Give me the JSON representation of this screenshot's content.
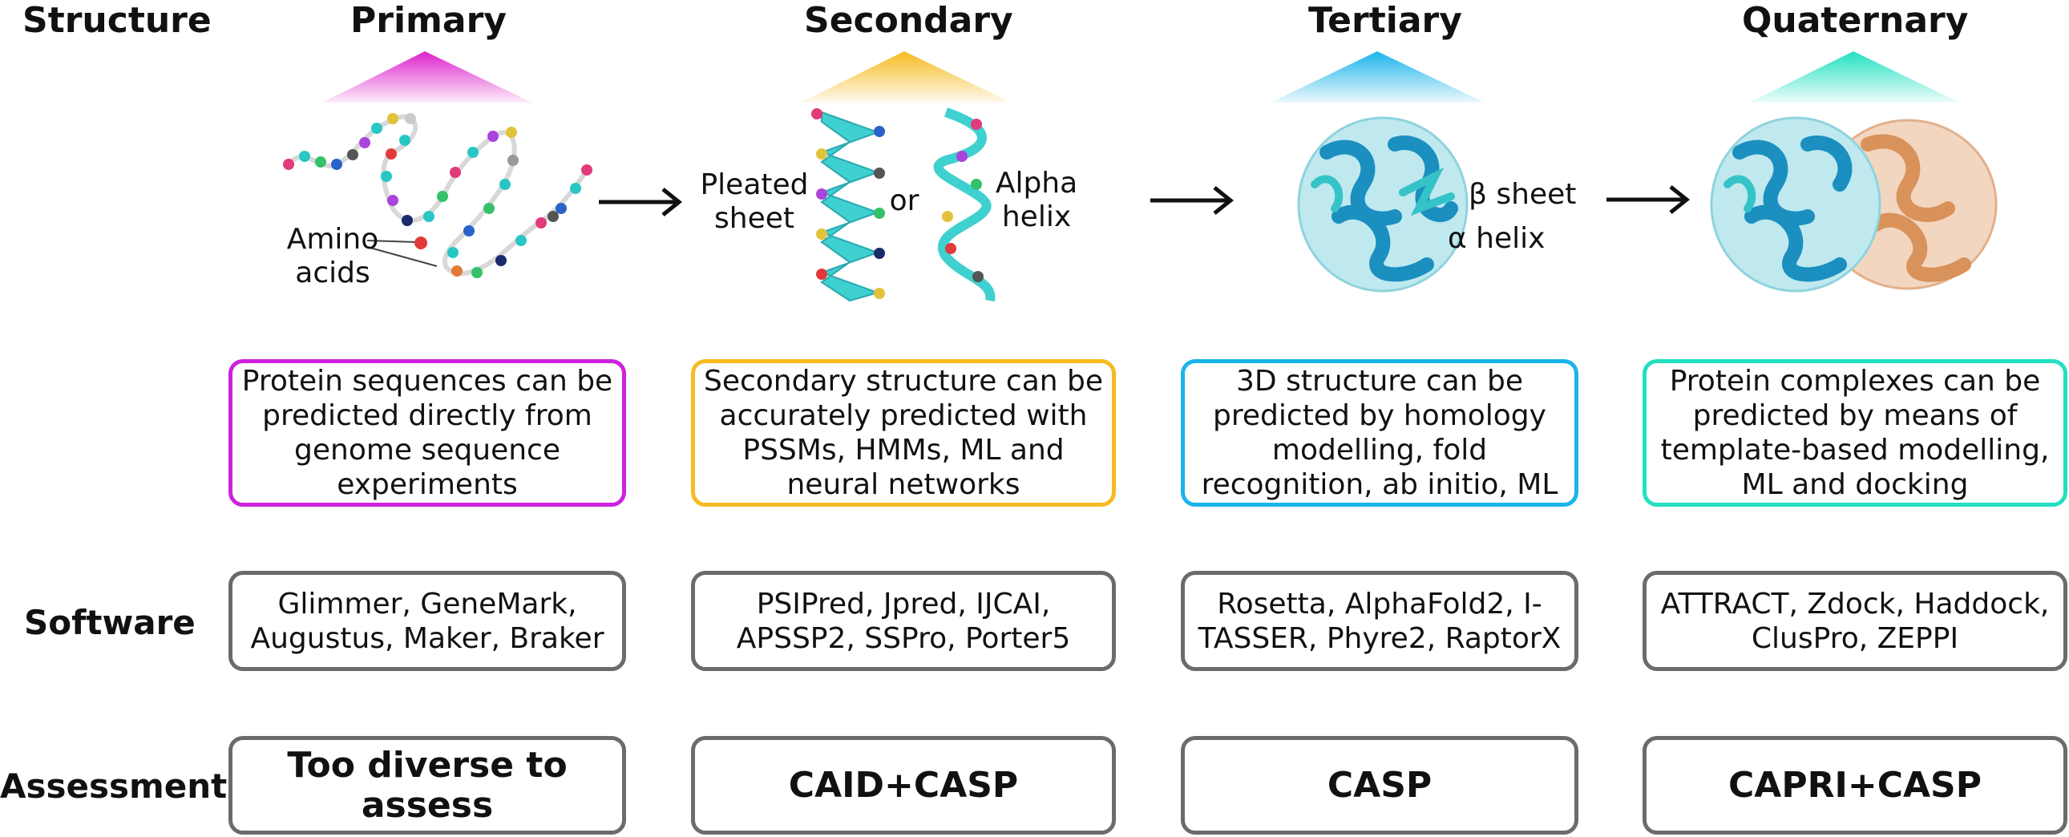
{
  "headers": {
    "structure": "Structure",
    "primary": "Primary",
    "secondary": "Secondary",
    "tertiary": "Tertiary",
    "quaternary": "Quaternary"
  },
  "row_labels": {
    "software": "Software",
    "assessment": "Assessment"
  },
  "illustration_labels": {
    "amino_acids": "Amino\nacids",
    "pleated_sheet": "Pleated\nsheet",
    "or": "or",
    "alpha_helix": "Alpha\nhelix",
    "beta_sheet": "β sheet",
    "alpha_helix_tertiary": "α helix"
  },
  "descriptions": {
    "primary": "Protein sequences can be predicted directly from genome sequence experiments",
    "secondary": "Secondary structure can be accurately predicted with PSSMs, HMMs, ML and neural networks",
    "tertiary": "3D structure can be predicted by homology modelling, fold recognition, ab initio, ML",
    "quaternary": "Protein complexes can be predicted by means of template-based modelling, ML and docking"
  },
  "software": {
    "primary": "Glimmer, GeneMark, Augustus, Maker, Braker",
    "secondary": "PSIPred, Jpred, IJCAI, APSSP2, SSPro, Porter5",
    "tertiary": "Rosetta, AlphaFold2, I-TASSER, Phyre2, RaptorX",
    "quaternary": "ATTRACT, Zdock, Haddock, ClusPro, ZEPPI"
  },
  "assessment": {
    "primary": "Too diverse to assess",
    "secondary": "CAID+CASP",
    "tertiary": "CASP",
    "quaternary": "CAPRI+CASP"
  },
  "colors": {
    "primary": "#cc22dd",
    "secondary": "#f6bb22",
    "tertiary": "#1ab4ea",
    "quaternary": "#22e0c0",
    "neutral_border": "#6b6b6b",
    "helix_teal": "#29b8c8",
    "complex_orange": "#d9925a"
  },
  "icons": [
    "right-arrow-icon",
    "amino-acid-chain-icon",
    "pleated-sheet-icon",
    "alpha-helix-icon",
    "tertiary-protein-icon",
    "quaternary-complex-icon"
  ]
}
